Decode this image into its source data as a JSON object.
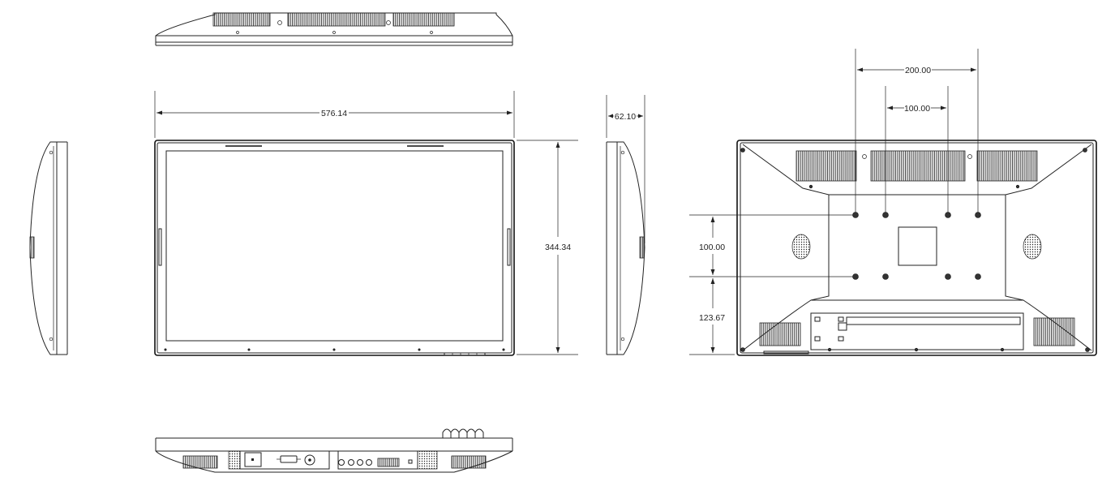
{
  "dimensions": {
    "front_width": "576.14",
    "front_height": "344.34",
    "side_depth": "62.10",
    "vesa_outer": "200.00",
    "vesa_inner": "100.00",
    "vesa_vertical": "100.00",
    "bottom_offset": "123.67"
  }
}
